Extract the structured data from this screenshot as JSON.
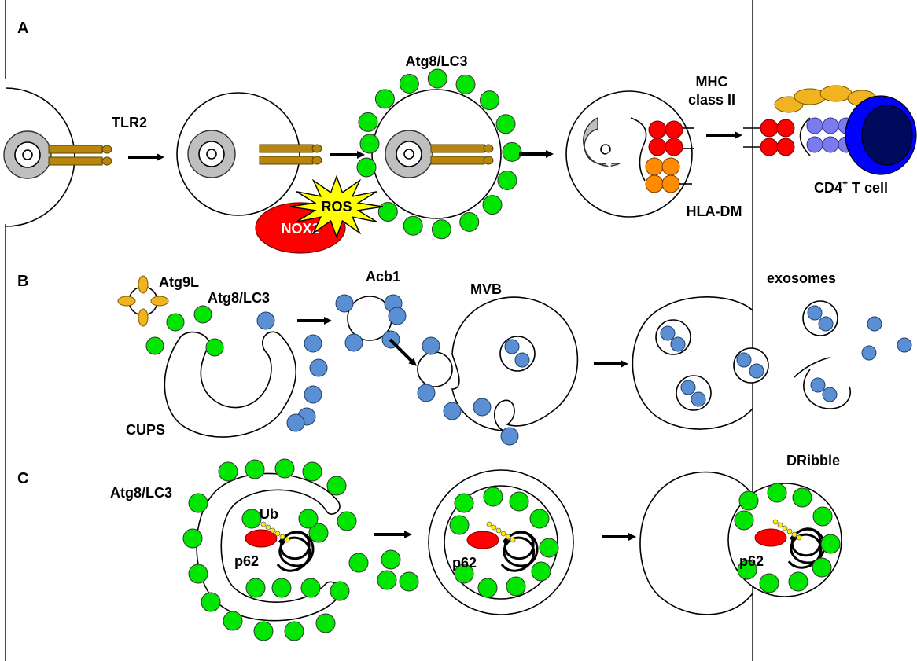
{
  "panels": {
    "a": "A",
    "b": "B",
    "c": "C"
  },
  "labels": {
    "tlr2": "TLR2",
    "atg8_a": "Atg8/LC3",
    "mhc_line1": "MHC",
    "mhc_line2": "class II",
    "ros": "ROS",
    "nox2": "NOX2",
    "hla_dm": "HLA-DM",
    "cd4_main": "CD4",
    "cd4_sup": "+",
    "cd4_tail": " T cell",
    "atg9l": "Atg9L",
    "atg8_b": "Atg8/LC3",
    "acb1": "Acb1",
    "mvb": "MVB",
    "exosomes": "exosomes",
    "cups": "CUPS",
    "atg8_c": "Atg8/LC3",
    "ub": "Ub",
    "p62_1": "p62",
    "p62_2": "p62",
    "p62_3": "p62",
    "dribble": "DRibble"
  },
  "colors": {
    "lc3": "#00e600",
    "acb1": "#5b8fd3",
    "mhc": "#ff0000",
    "hla_dm": "#ff8c00",
    "tcr": "#7b7bf0",
    "tcell": "#0000ff",
    "nox2": "#ff0000",
    "ros": "#ffff00",
    "atg9l": "#f1b320"
  }
}
